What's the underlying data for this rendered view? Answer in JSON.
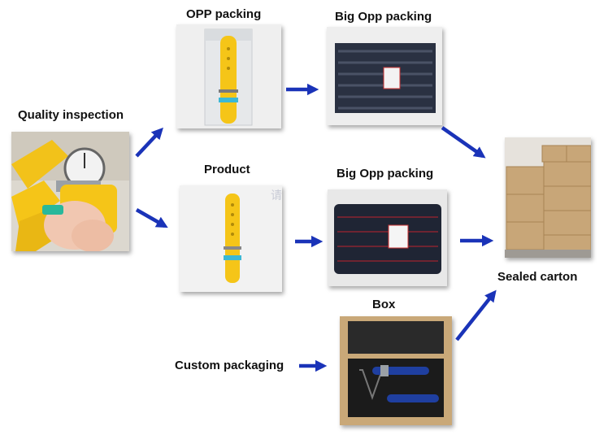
{
  "labels": {
    "quality_inspection": "Quality inspection",
    "opp_packing": "OPP packing",
    "big_opp_packing_top": "Big Opp packing",
    "product": "Product",
    "big_opp_packing_middle": "Big Opp packing",
    "box": "Box",
    "custom_packaging": "Custom packaging",
    "sealed_carton": "Sealed carton"
  },
  "watermark": "请",
  "colors": {
    "arrow": "#1a33b8",
    "strap_yellow": "#f5c518",
    "strap_navy": "#1c2333",
    "box_blue_strap": "#1f3fa0",
    "carton_brown": "#c8a678"
  }
}
